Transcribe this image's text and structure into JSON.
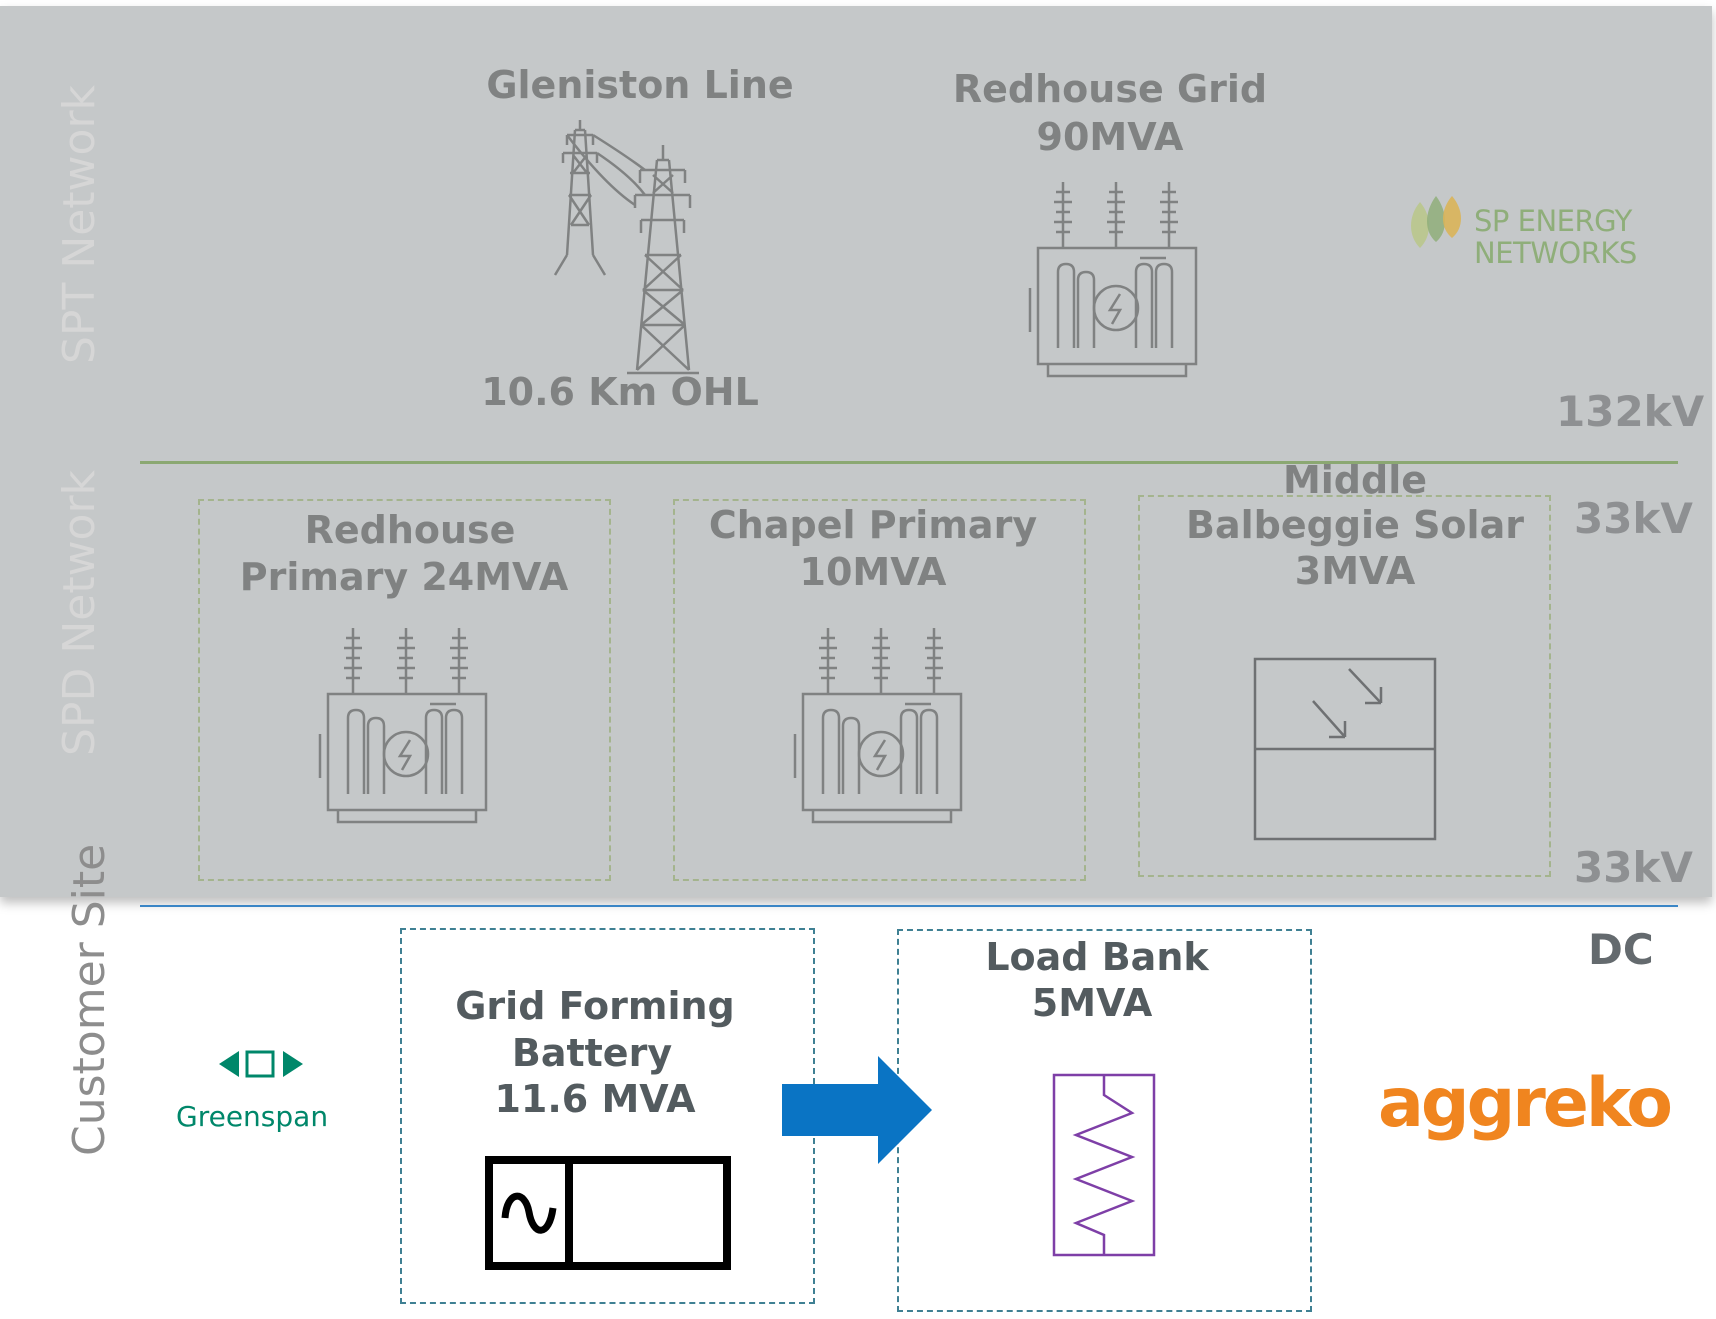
{
  "sections": {
    "spt": "SPT Network",
    "spd": "SPD Network",
    "customer": "Customer Site"
  },
  "voltages": {
    "v132": "132kV",
    "v33_top": "33kV",
    "v33_bottom": "33kV",
    "dc": "DC"
  },
  "spt": {
    "line_title": "Gleniston Line",
    "line_length": "10.6 Km OHL",
    "grid_title_1": "Redhouse Grid",
    "grid_title_2": "90MVA"
  },
  "spd": {
    "redhouse_1": "Redhouse",
    "redhouse_2": "Primary 24MVA",
    "chapel_1": "Chapel Primary",
    "chapel_2": "10MVA",
    "solar_1": "Middle",
    "solar_2": "Balbeggie Solar",
    "solar_3": "3MVA"
  },
  "customer": {
    "battery_1": "Grid Forming",
    "battery_2": "Battery",
    "battery_3": "11.6 MVA",
    "load_1": "Load Bank",
    "load_2": "5MVA"
  },
  "logos": {
    "spen_1": "SP ENERGY",
    "spen_2": "NETWORKS",
    "greenspan": "Greenspan",
    "aggreko": "aggreko"
  },
  "colors": {
    "band_gray": "#c5c8c9",
    "green_line": "#8ba872",
    "blue_line": "#3b86c6",
    "arrow_blue": "#0a74c4",
    "teal_dash": "#3f8093",
    "resistor_purple": "#7e3fa7",
    "greenspan_green": "#00876a",
    "aggreko_orange": "#f0851f"
  }
}
